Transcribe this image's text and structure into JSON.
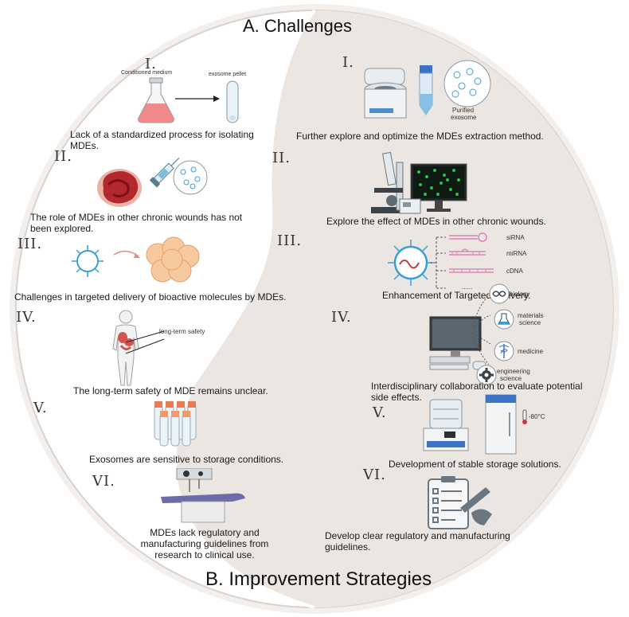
{
  "titles": {
    "challenges": "A. Challenges",
    "strategies": "B. Improvement Strategies"
  },
  "challenges": [
    {
      "num": "I.",
      "text": "Lack of a standardized process for isolating MDEs.",
      "labels": [
        "Conditioned medium",
        "exosome pellet"
      ]
    },
    {
      "num": "II.",
      "text": "The role of MDEs in other chronic wounds has not been explored."
    },
    {
      "num": "III.",
      "text": "Challenges in targeted delivery of bioactive molecules by MDEs."
    },
    {
      "num": "IV.",
      "text": "The long-term safety of MDE remains unclear.",
      "labels": [
        "long-term safety"
      ]
    },
    {
      "num": "V.",
      "text": "Exosomes are sensitive to storage conditions."
    },
    {
      "num": "VI.",
      "text": "MDEs lack regulatory and manufacturing guidelines from research to clinical use."
    }
  ],
  "strategies": [
    {
      "num": "I.",
      "text": "Further explore and optimize the MDEs extraction method.",
      "labels": [
        "Purified",
        "exosome"
      ]
    },
    {
      "num": "II.",
      "text": "Explore the effect of MDEs in other chronic wounds."
    },
    {
      "num": "III.",
      "text": "Enhancement of Targeted Delivery.",
      "labels": [
        "siRNA",
        "miRNA",
        "cDNA",
        "......"
      ]
    },
    {
      "num": "IV.",
      "text": "Interdisciplinary collaboration to evaluate potential side effects.",
      "labels": [
        "biology",
        "materials",
        "science",
        "medicine",
        "engineering",
        "science"
      ]
    },
    {
      "num": "V.",
      "text": "Development of stable storage solutions.",
      "labels": [
        "-80°C"
      ]
    },
    {
      "num": "VI.",
      "text": "Develop clear regulatory and manufacturing guidelines."
    }
  ],
  "colors": {
    "background_right": "#ece6e2",
    "border": "#d9d3cf",
    "pink": "#d889b5",
    "blue": "#3aa0d4",
    "red": "#c63a3a"
  }
}
